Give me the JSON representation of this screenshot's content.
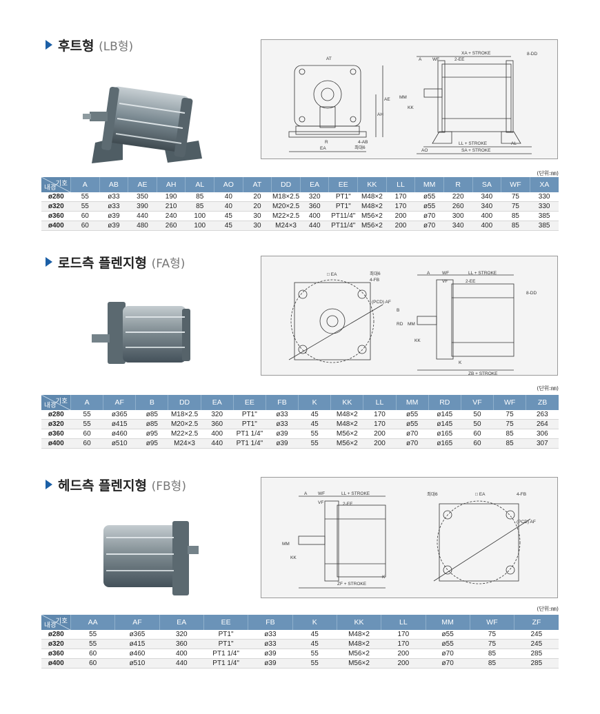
{
  "unit_label": "(단위:㎜)",
  "corner": {
    "top": "기호",
    "bottom": "내경"
  },
  "sections": [
    {
      "title": "후트형",
      "title_paren": "(LB형)",
      "headers": [
        "A",
        "AB",
        "AE",
        "AH",
        "AL",
        "AO",
        "AT",
        "DD",
        "EA",
        "EE",
        "KK",
        "LL",
        "MM",
        "R",
        "SA",
        "WF",
        "XA"
      ],
      "rows": [
        [
          "ø280",
          "55",
          "ø33",
          "350",
          "190",
          "85",
          "40",
          "20",
          "M18×2.5",
          "320",
          "PT1\"",
          "M48×2",
          "170",
          "ø55",
          "220",
          "340",
          "75",
          "330"
        ],
        [
          "ø320",
          "55",
          "ø33",
          "390",
          "210",
          "85",
          "40",
          "20",
          "M20×2.5",
          "360",
          "PT1\"",
          "M48×2",
          "170",
          "ø55",
          "260",
          "340",
          "75",
          "330"
        ],
        [
          "ø360",
          "60",
          "ø39",
          "440",
          "240",
          "100",
          "45",
          "30",
          "M22×2.5",
          "400",
          "PT11/4\"",
          "M56×2",
          "200",
          "ø70",
          "300",
          "400",
          "85",
          "385"
        ],
        [
          "ø400",
          "60",
          "ø39",
          "480",
          "260",
          "100",
          "45",
          "30",
          "M24×3",
          "440",
          "PT11/4\"",
          "M56×2",
          "200",
          "ø70",
          "340",
          "400",
          "85",
          "385"
        ]
      ],
      "diagram_labels": {
        "xa": "XA + STROKE",
        "a": "A",
        "wf": "WF",
        "ee": "2-EE",
        "dd": "8-DD",
        "mm": "MM",
        "kk": "KK",
        "ll": "LL + STROKE",
        "al": "AL",
        "ao": "AO",
        "sa": "SA + STROKE",
        "ea": "EA",
        "r": "R",
        "ab": "4-AB",
        "at": "AT",
        "ae": "AE",
        "ah": "AH",
        "max": "최대6"
      }
    },
    {
      "title": "로드측 플렌지형",
      "title_paren": "(FA형)",
      "headers": [
        "A",
        "AF",
        "B",
        "DD",
        "EA",
        "EE",
        "FB",
        "K",
        "KK",
        "LL",
        "MM",
        "RD",
        "VF",
        "WF",
        "ZB"
      ],
      "rows": [
        [
          "ø280",
          "55",
          "ø365",
          "ø85",
          "M18×2.5",
          "320",
          "PT1\"",
          "ø33",
          "45",
          "M48×2",
          "170",
          "ø55",
          "ø145",
          "50",
          "75",
          "263"
        ],
        [
          "ø320",
          "55",
          "ø415",
          "ø85",
          "M20×2.5",
          "360",
          "PT1\"",
          "ø33",
          "45",
          "M48×2",
          "170",
          "ø55",
          "ø145",
          "50",
          "75",
          "264"
        ],
        [
          "ø360",
          "60",
          "ø460",
          "ø95",
          "M22×2.5",
          "400",
          "PT1 1/4\"",
          "ø39",
          "55",
          "M56×2",
          "200",
          "ø70",
          "ø165",
          "60",
          "85",
          "306"
        ],
        [
          "ø400",
          "60",
          "ø510",
          "ø95",
          "M24×3",
          "440",
          "PT1 1/4\"",
          "ø39",
          "55",
          "M56×2",
          "200",
          "ø70",
          "ø165",
          "60",
          "85",
          "307"
        ]
      ],
      "diagram_labels": {
        "ea": "□ EA",
        "max": "최대6",
        "fb": "4-FB",
        "pcd": "(PCD) AF",
        "a": "A",
        "wf": "WF",
        "vf": "VF",
        "ee": "2-EE",
        "ll": "LL + STROKE",
        "dd": "8-DD",
        "b": "B",
        "rd": "RD",
        "mm": "MM",
        "kk": "KK",
        "k": "K",
        "zb": "ZB + STROKE"
      }
    },
    {
      "title": "헤드측 플렌지형",
      "title_paren": "(FB형)",
      "headers": [
        "AA",
        "AF",
        "EA",
        "EE",
        "FB",
        "K",
        "KK",
        "LL",
        "MM",
        "WF",
        "ZF"
      ],
      "rows": [
        [
          "ø280",
          "55",
          "ø365",
          "320",
          "PT1\"",
          "ø33",
          "45",
          "M48×2",
          "170",
          "ø55",
          "75",
          "245"
        ],
        [
          "ø320",
          "55",
          "ø415",
          "360",
          "PT1\"",
          "ø33",
          "45",
          "M48×2",
          "170",
          "ø55",
          "75",
          "245"
        ],
        [
          "ø360",
          "60",
          "ø460",
          "400",
          "PT1 1/4\"",
          "ø39",
          "55",
          "M56×2",
          "200",
          "ø70",
          "85",
          "285"
        ],
        [
          "ø400",
          "60",
          "ø510",
          "440",
          "PT1 1/4\"",
          "ø39",
          "55",
          "M56×2",
          "200",
          "ø70",
          "85",
          "285"
        ]
      ],
      "diagram_labels": {
        "a": "A",
        "wf": "WF",
        "vf": "VF",
        "ll": "LL + STROKE",
        "ee": "2-EE",
        "mm": "MM",
        "kk": "KK",
        "k": "K",
        "zf": "ZF + STROKE",
        "max": "최대6",
        "ea": "□ EA",
        "fb": "4-FB",
        "pcd": "(PCD) AF"
      }
    }
  ]
}
